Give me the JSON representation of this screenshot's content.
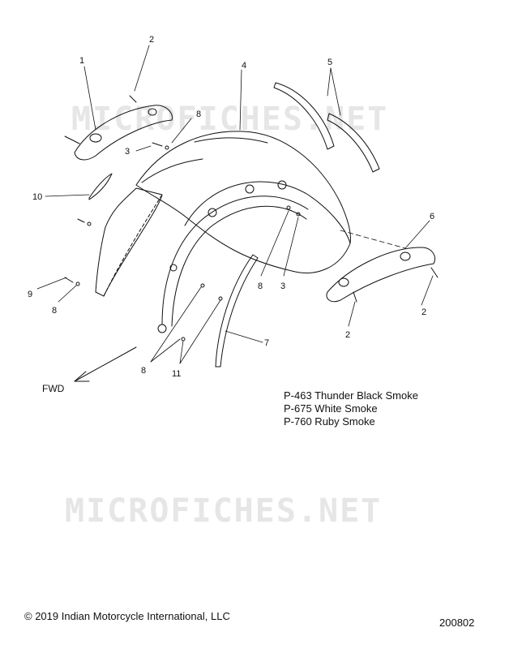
{
  "diagram": {
    "watermark": "MICROFICHES.NET",
    "fwd_label": "FWD",
    "callouts": {
      "c1": "1",
      "c2a": "2",
      "c2b": "2",
      "c2c": "2",
      "c3a": "3",
      "c3b": "3",
      "c4": "4",
      "c5": "5",
      "c6": "6",
      "c7": "7",
      "c8a": "8",
      "c8b": "8",
      "c8c": "8",
      "c8d": "8",
      "c9": "9",
      "c10": "10",
      "c11": "11"
    },
    "paint_codes": [
      "P-463 Thunder Black Smoke",
      "P-675 White Smoke",
      "P-760 Ruby Smoke"
    ],
    "copyright": "© 2019 Indian Motorcycle International, LLC",
    "diagram_id": "200802"
  }
}
